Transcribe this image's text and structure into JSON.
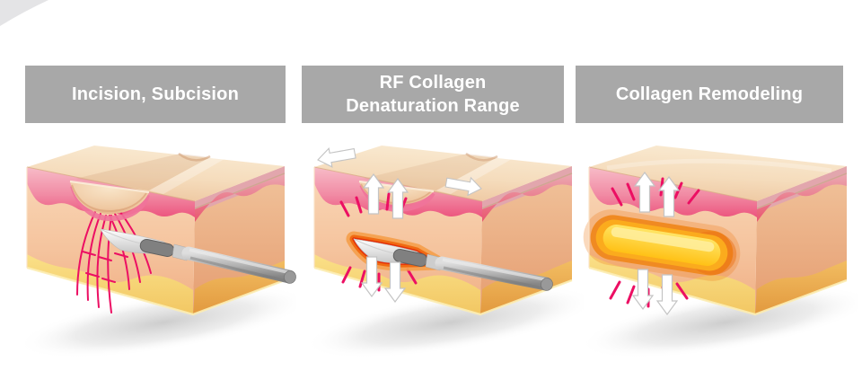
{
  "slide": {
    "title": "Skin treatment stages diagram",
    "background": "#ffffff",
    "corner_accent_color": "#e4e4e6"
  },
  "colors": {
    "background": "#ffffff",
    "label_bg": "#a8a8a8",
    "label_text": "#ffffff",
    "fiber_magenta": "#ec0f63",
    "arrow_white": "#ffffff",
    "skin_top": "#f3d4b0",
    "dermis_front": "#f4c29c",
    "dermis_side": "#eaa87e",
    "epidermis_pink_light": "#f6b6c3",
    "epidermis_pink_deep": "#ee5c84",
    "fat_front": "#f7d77b",
    "fat_side": "#e9a94e",
    "heat_orange": "#f59f4a",
    "heat_red": "#e63008",
    "capsule_orange": "#f08226",
    "capsule_yellow": "#ffd22a",
    "instrument_gray": "#9b9b9b",
    "electrode_gray": "#808080"
  },
  "panels": [
    {
      "id": "incision",
      "label": "Incision, Subcision",
      "icons": [
        "subcision-blade-icon",
        "collagen-fiber-strands-icon"
      ]
    },
    {
      "id": "rf-denaturation",
      "label": "RF Collagen\nDenaturation Range",
      "icons": [
        "rf-blade-heat-glow-icon",
        "arrow-left-icon",
        "arrow-up-icon",
        "arrow-up-icon",
        "arrow-right-icon",
        "arrow-down-icon",
        "arrow-down-icon"
      ]
    },
    {
      "id": "remodeling",
      "label": "Collagen Remodeling",
      "icons": [
        "heated-collagen-capsule-icon",
        "arrow-up-icon",
        "arrow-up-icon",
        "arrow-down-icon",
        "arrow-down-icon"
      ]
    }
  ]
}
